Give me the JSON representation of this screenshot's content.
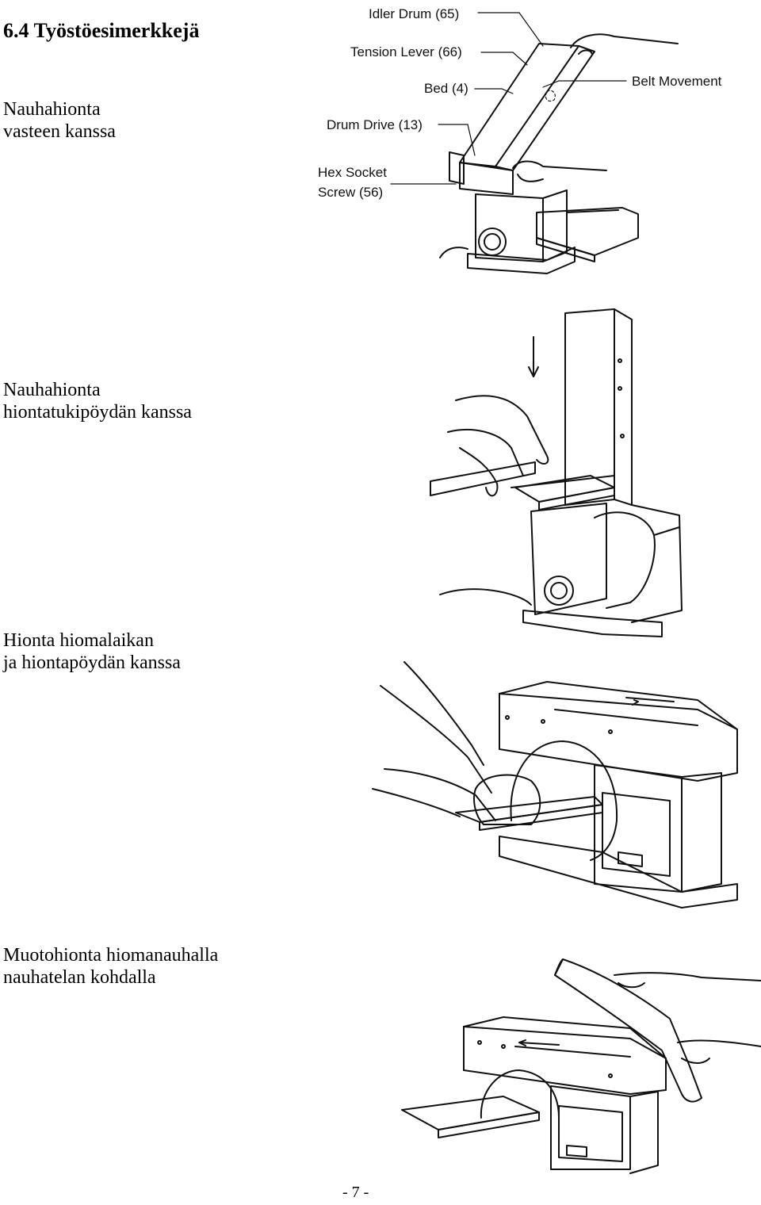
{
  "heading": "6.4 Työstöesimerkkejä",
  "sections": [
    {
      "caption": [
        "Nauhahionta",
        "vasteen kanssa"
      ]
    },
    {
      "caption": [
        "Nauhahionta",
        "hiontatukipöydän kanssa"
      ]
    },
    {
      "caption": [
        "Hionta hiomalaikan",
        "ja hiontapöydän kanssa"
      ]
    },
    {
      "caption": [
        "Muotohionta hiomanauhalla",
        "nauhatelan kohdalla"
      ]
    }
  ],
  "figure1_callouts": {
    "idler_drum": "Idler Drum (65)",
    "tension_lever": "Tension Lever (66)",
    "bed": "Bed (4)",
    "belt_movement": "Belt Movement",
    "drum_drive": "Drum Drive (13)",
    "hex_socket_line1": "Hex Socket",
    "hex_socket_line2": "Screw (56)"
  },
  "page_number": "- 7 -"
}
